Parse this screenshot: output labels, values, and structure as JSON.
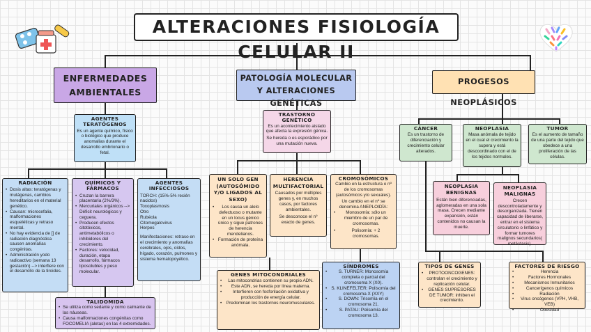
{
  "title": "ALTERACIONES FISIOLOGÍA CELULAR II",
  "colors": {
    "title_bg": "#ffffff",
    "ambientales": "#c9a7e6",
    "genetica": "#b9c9f0",
    "neoplasicos": "#ffe1b3",
    "teratogenos": "#bfe0f7",
    "radiacion": "#c4ddf5",
    "quimicos": "#d6c7f0",
    "infecciosos": "#c4ddf5",
    "talidomida": "#d8c4ef",
    "trastorno": "#f5d7e8",
    "solo_gen": "#fde5c8",
    "herencia": "#fde5c8",
    "cromosomicos": "#fde5c8",
    "mitocondriales": "#fde5c8",
    "sindromes": "#bcd3f3",
    "cancer": "#cfe7cf",
    "neoplasia": "#cfe7cf",
    "tumor": "#cfe7cf",
    "benignas": "#f7cfdc",
    "malignas": "#f7cfdc",
    "tipos_genes": "#fde5c8",
    "riesgo": "#fde5c8"
  },
  "decor": {
    "left": "pills-syringe-icon",
    "right": "ribbon-heart-icon"
  },
  "categories": {
    "ambientales": "ENFERMEDADES AMBIENTALES",
    "genetica": "PATOLOGÍA MOLECULAR Y ALTERACIONES GENÉTICAS",
    "neoplasicos": "PROGESOS NEOPLÁSICOS"
  },
  "teratogenos": {
    "title": "AGENTES TERATÓGENOS",
    "text": "Es un agente químico, físico o biológico que produce anomalías durante el desarrollo embrionario o fetal."
  },
  "radiacion": {
    "title": "RADIACIÓN",
    "items": [
      "Dosis altas: teratógenas y mutágenas, cambios hereditarios en el material genético.",
      "Causan: microcefalia, malformaciones esqueléticas y retraso mental.",
      "No hay evidencia de [] de radiación diagnóstica causen anomalías congénitas.",
      "Administración yodo radioactivo (semana 13 gestación) --> interfiere con el desarrollo de la tiroides."
    ]
  },
  "quimicos": {
    "title": "QUÍMICOS Y FÁRMACOS",
    "items": [
      "Cruzan la barrera placentaria (2%/3%).",
      "Mercuriales orgánicos --> Déficit neurológicos y ceguera.",
      "Producen efectos citotóxicos, antimetabólicos o inhibidores del crecimiento.",
      "Factores: velocidad, duración, etapa desarrollo, fármacos liposolubles y peso molecular."
    ]
  },
  "infecciosos": {
    "title": "AGENTES INFECCIOSOS",
    "torch": "TORCH: (15%-5% recién nacidos)",
    "list": [
      "Toxoplasmosis",
      "Otro",
      "Rubéola",
      "Citomegalovirus",
      "Herpes"
    ],
    "manif": "Manifestaciones: retraso en el crecimiento y anomalías cerebrales, ojos, oídos, hígado, corazón, pulmones y sistema hematopoyético."
  },
  "talidomida": {
    "title": "TALIDOMIDA",
    "items": [
      "Se utiliza como sedante y como calmante de las náuseas.",
      "Causa malformaciones congénitas como FOCOMELIA (aletas) en las 4 extremidades."
    ]
  },
  "trastorno": {
    "title": "TRASTORNO GENÉTICO",
    "text1": "Es un acontecimiento aislado que afecta la expresión génica.",
    "text2": "Se hereda o es esporádico por una mutación nueva."
  },
  "solo_gen": {
    "title": "UN SOLO GEN (AUTOSÓMIDO Y/O LIGADOS AL SEXO)",
    "items": [
      "Los causa un alelo defectuoso o mutante en un locus génico único y sigue patrones de herencia mendelianos.",
      "Formación de proteína anómala."
    ]
  },
  "herencia": {
    "title": "HERENCIA MULTIFACTORIAL",
    "text1": "Causados por múltiples genes y, en muchos casos, por factores ambientales.",
    "text2": "Se desconoce el nº exacto de genes."
  },
  "cromosomicos": {
    "title": "CROMOSÓMICOS",
    "text1": "Cambio en la estructura o nº de los cromosomas (autosómicos y/o sexuales).",
    "text2": "Un cambio en el nº se denomina ANEPLOIDÍA:",
    "items": [
      "Monosomía: sólo un miembro de un par de cromosomas.",
      "Polisomía: + 2 cromosomas."
    ]
  },
  "mitocondriales": {
    "title": "GENES MITOCONDRIALES",
    "items": [
      "Las mitocondrias contienen su propio ADN.",
      "Este ADN, se hereda por línea materna.",
      "Interfieren con fosforilación oxidativa y producción de energía celular.",
      "Predominan los trastornos neuromusculares."
    ]
  },
  "sindromes": {
    "title": "SÍNDROMES",
    "items": [
      "S. TURNER: Monosomía completa o parcial del cromosoma X (X0).",
      "S. KLINEFELTER: Polisomía del cromosoma X (XXY)",
      "S. DOWN: Trisomía en el cromosoma 21.",
      "S. PATAU: Polisomía del cromosoma 13."
    ]
  },
  "cancer": {
    "title": "CÁNCER",
    "text": "Es un trastorno de diferenciación y crecimiento celular alterados."
  },
  "neoplasia": {
    "title": "NEOPLASIA",
    "text": "Masa anómala de tejido en el cual el crecimiento la supera y está descoordinado con el de los tejidos normales."
  },
  "tumor": {
    "title": "TUMOR",
    "text": "Es el aumento de tamaño de una parte del tejido que obedece a una proliferación de las células."
  },
  "benignas": {
    "title": "NEOPLASIA BENIGNAS",
    "text": "Están bien diferenciadas, aglomeradas en una sola masa. Crecen mediante expansión, están contenidos no causan la muerte."
  },
  "malignas": {
    "title": "NEOPLASIA MALIGNAS",
    "text": "Crecen descontroladamente y desorganizada. Tienen capacidad de liberarse, entrar en el sistema circulatorio o linfático y formar tumores malignos secundarios( metástasis)."
  },
  "tipos_genes": {
    "title": "TIPOS DE GENES",
    "items": [
      "PROTOONCOGENES: controlan el crecimiento y replicación celular.",
      "GENES SUPRESORES DE TUMOR: inhiben el crecimiento."
    ]
  },
  "riesgo": {
    "title": "FACTORES DE RIESGO",
    "items": [
      "Herencia",
      "Factores Hormonales",
      "Mecanismos Inmunitarios",
      "Cancerígenos químicos",
      "Radiación",
      "Virus oncógenos (VPH, VHB, VEB)",
      "Obesidad"
    ]
  }
}
